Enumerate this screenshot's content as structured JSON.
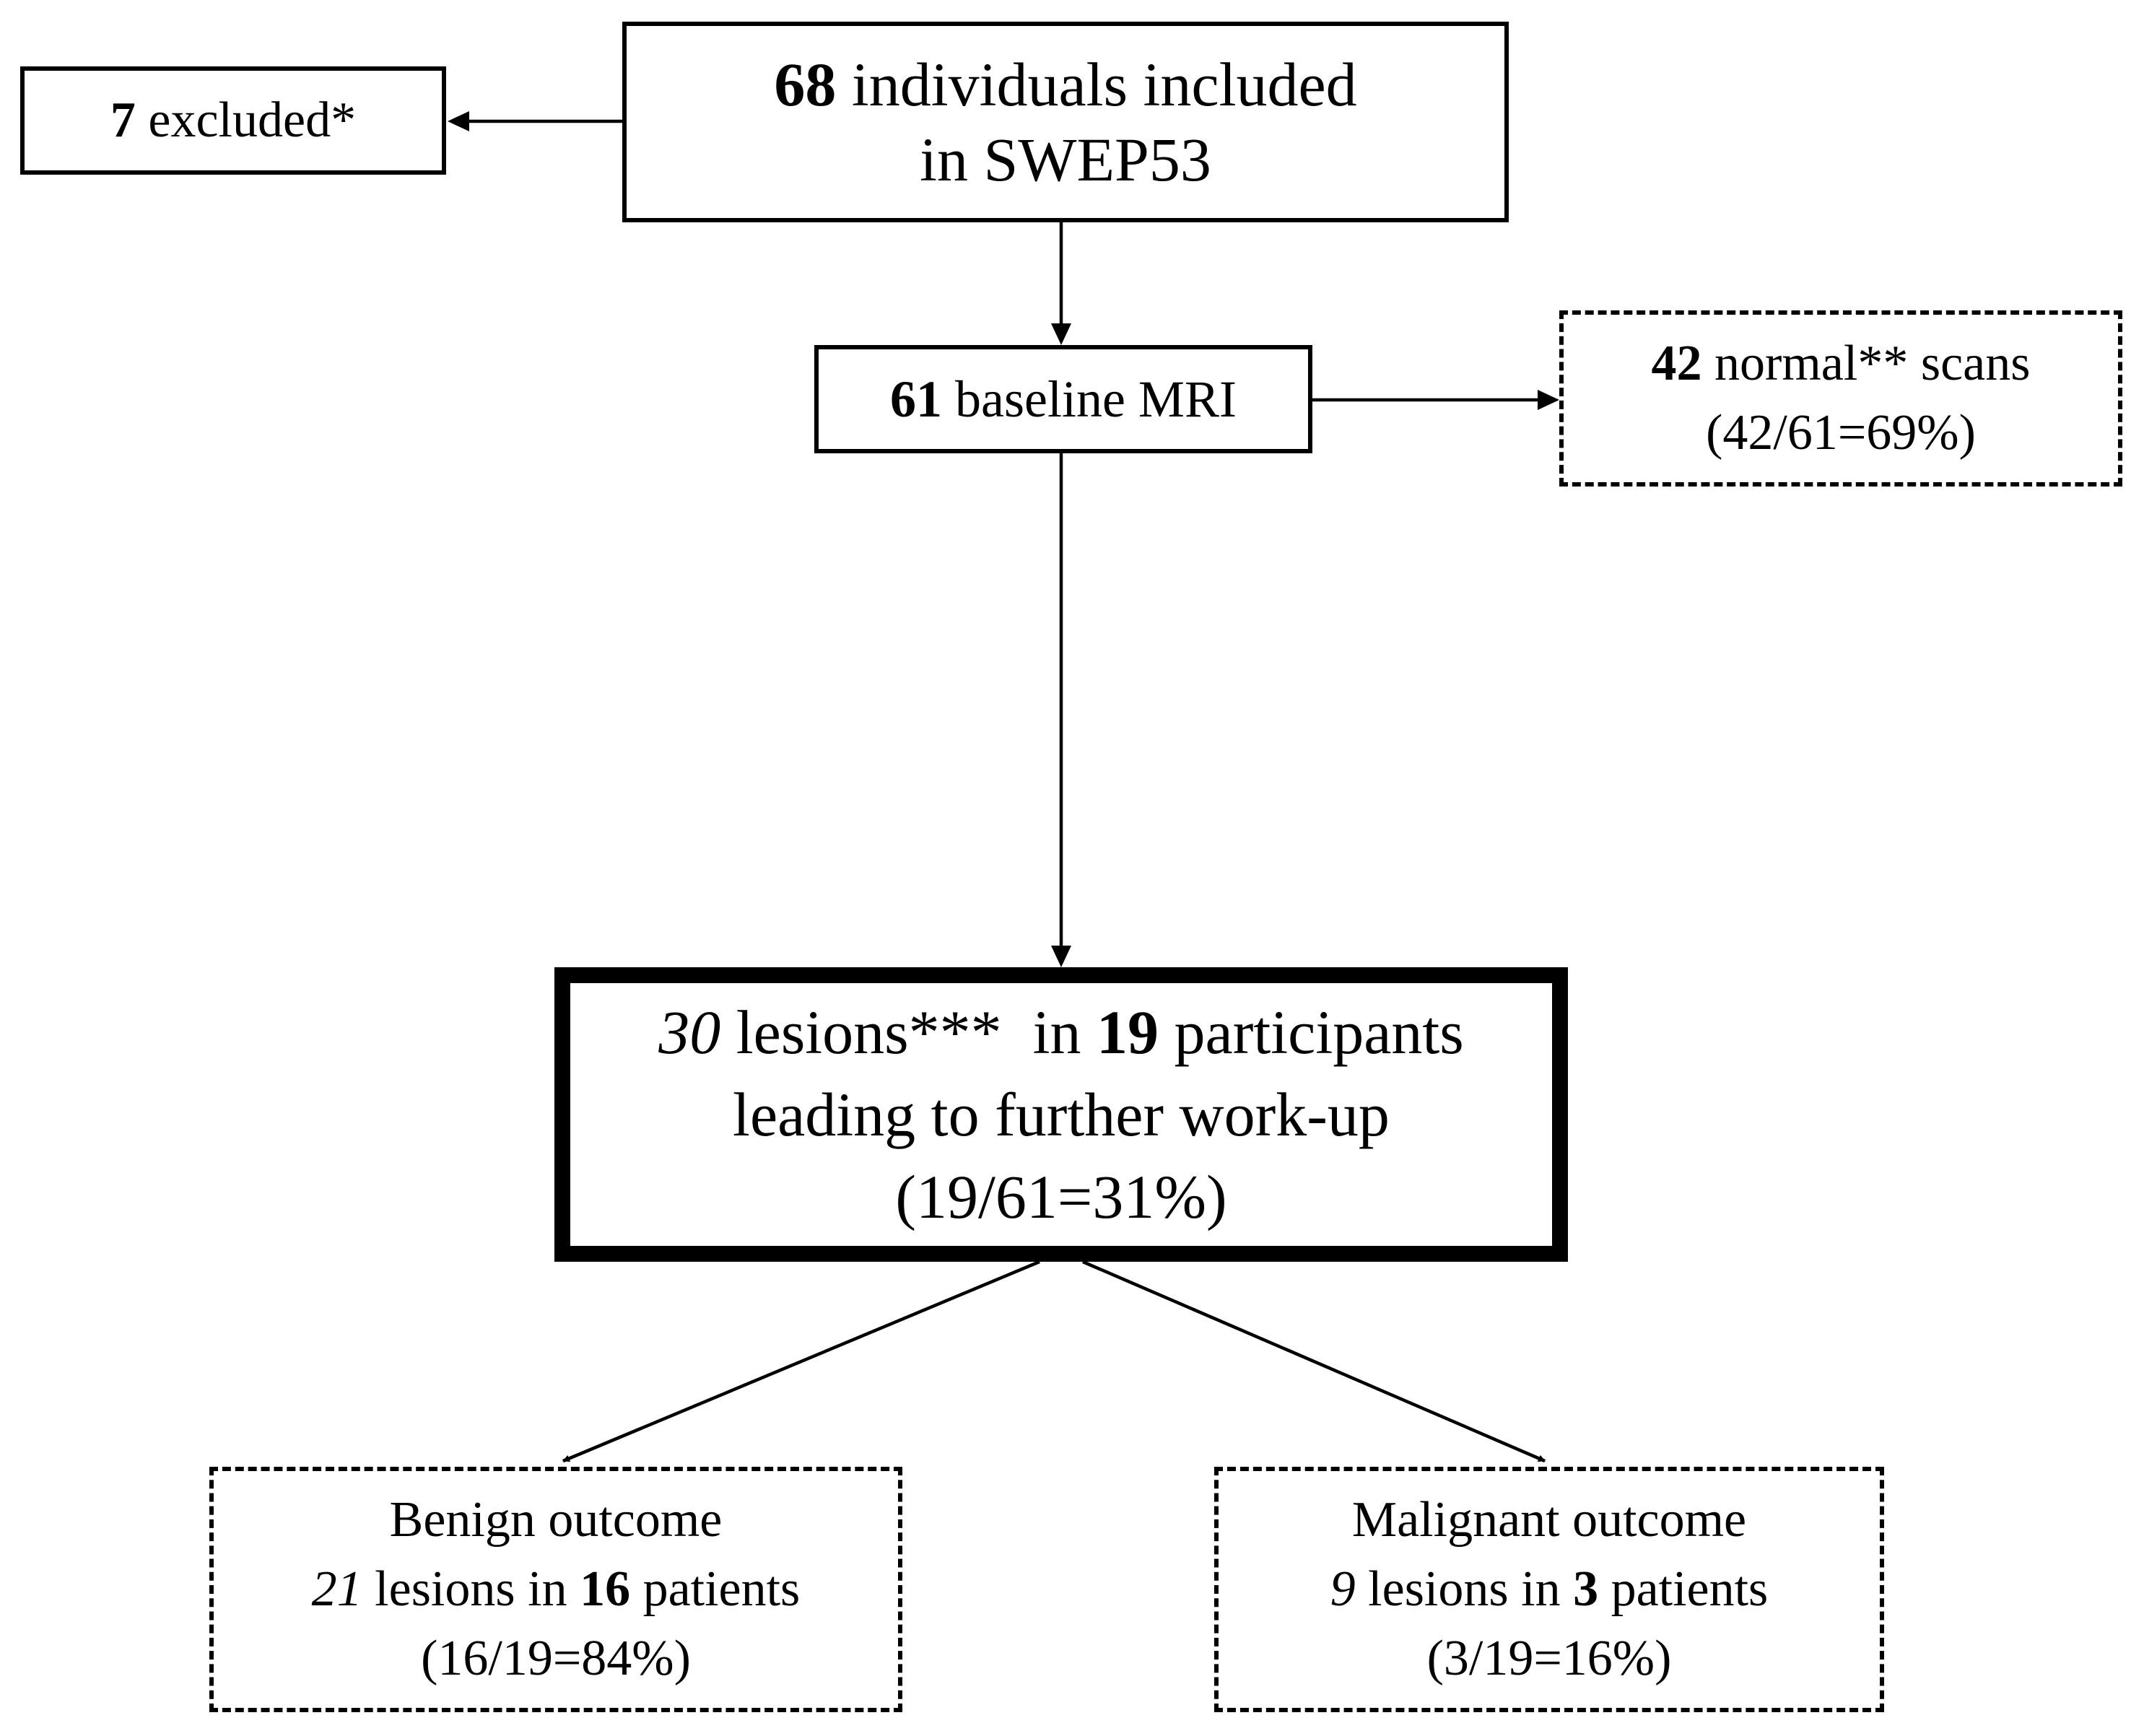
{
  "diagram": {
    "included": {
      "count": "68",
      "text_a": " individuals included",
      "text_b": "in SWEP53"
    },
    "excluded": {
      "count": "7",
      "text": " excluded*"
    },
    "baseline": {
      "count": "61",
      "text": " baseline MRI"
    },
    "normal": {
      "count": "42",
      "text": " normal** scans",
      "ratio": "(42/61=69%)"
    },
    "workup": {
      "lesions": "30",
      "text_a": " lesions***  in ",
      "participants": "19",
      "text_b": " participants",
      "text_c": "leading to further work-up",
      "ratio": "(19/61=31%)"
    },
    "benign": {
      "title": "Benign outcome",
      "lesions": "21",
      "text_a": " lesions in ",
      "patients": "16",
      "text_b": " patients",
      "ratio": "(16/19=84%)"
    },
    "malignant": {
      "title": "Malignant outcome",
      "lesions": "9",
      "text_a": " lesions in ",
      "patients": "3",
      "text_b": " patients",
      "ratio": "(3/19=16%)"
    }
  }
}
